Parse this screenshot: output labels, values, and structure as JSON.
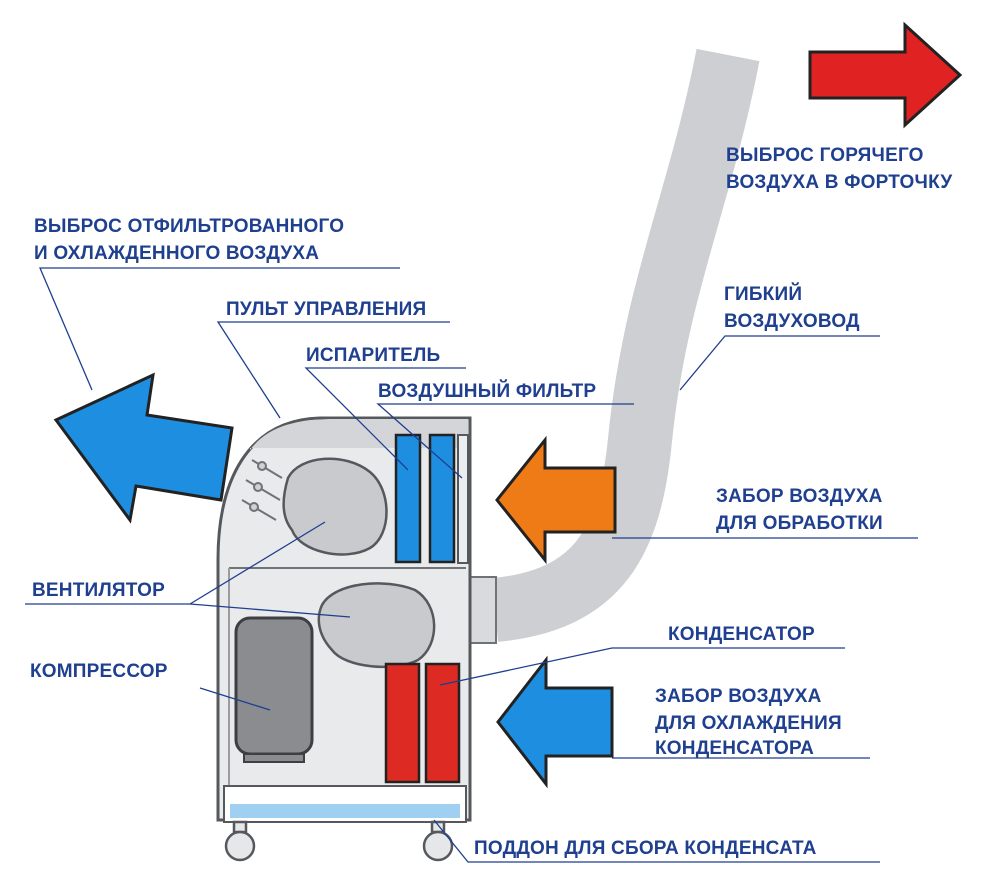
{
  "labels": {
    "hot_exhaust_l1": "ВЫБРОС ГОРЯЧЕГО",
    "hot_exhaust_l2": "ВОЗДУХА В ФОРТОЧКУ",
    "filtered_l1": "ВЫБРОС ОТФИЛЬТРОВАННОГО",
    "filtered_l2": "И ОХЛАЖДЕННОГО ВОЗДУХА",
    "control_panel": "ПУЛЬТ УПРАВЛЕНИЯ",
    "evaporator": "ИСПАРИТЕЛЬ",
    "air_filter": "ВОЗДУШНЫЙ ФИЛЬТР",
    "duct_l1": "ГИБКИЙ",
    "duct_l2": "ВОЗДУХОВОД",
    "intake_l1": "ЗАБОР ВОЗДУХА",
    "intake_l2": "ДЛЯ ОБРАБОТКИ",
    "fan": "ВЕНТИЛЯТОР",
    "condenser": "КОНДЕНСАТОР",
    "compressor": "КОМПРЕССОР",
    "cond_intake_l1": "ЗАБОР ВОЗДУХА",
    "cond_intake_l2": "ДЛЯ ОХЛАЖДЕНИЯ",
    "cond_intake_l3": "КОНДЕНСАТОРА",
    "tray": "ПОДДОН ДЛЯ СБОРА КОНДЕНСАТА"
  },
  "colors": {
    "label_text": "#1f3f8f",
    "hot_arrow": "#e02222",
    "cold_arrow": "#1e8fe0",
    "intake_arrow": "#ef7b16",
    "duct": "#cdcfd3",
    "unit_body": "#e9eaec",
    "condenser": "#dd2a22",
    "evaporator": "#1e8fe0",
    "tray": "#9fd0f2"
  }
}
